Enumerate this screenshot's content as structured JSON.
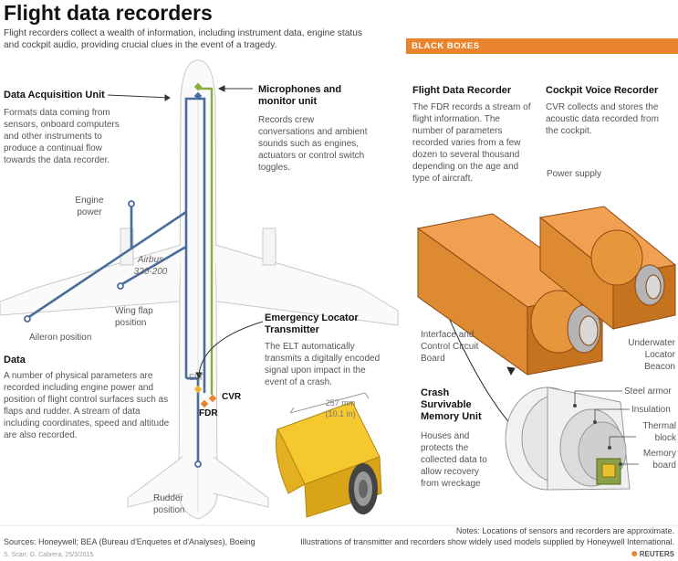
{
  "header": {
    "title": "Flight data recorders",
    "subtitle": "Flight recorders collect a wealth of information, including instrument data, engine status and cockpit audio, providing crucial clues in the event of a tragedy."
  },
  "left": {
    "dau_title": "Data Acquisition Unit",
    "dau_body": "Formats data coming from sensors, onboard computers and other instruments to produce a continual flow towards the data recorder.",
    "mic_title": "Microphones and monitor unit",
    "mic_body": "Records crew conversations and ambient sounds such as engines, actuators or control switch toggles.",
    "engine_power": "Engine power",
    "aircraft": "Airbus 320-200",
    "wing_flap": "Wing flap position",
    "aileron": "Aileron position",
    "data_title": "Data",
    "data_body": "A number of physical parameters are recorded including engine power and position of flight control surfaces such as flaps and rudder. A stream of data including coordinates, speed and altitude are also recorded.",
    "elt_title": "Emergency Locator Transmitter",
    "elt_body": "The ELT automatically transmits a digitally encoded signal upon impact in the event of a crash.",
    "elt_tag": "ELT",
    "cvr_tag": "CVR",
    "fdr_tag": "FDR",
    "size": "257 mm",
    "size_in": "(10.1 in)",
    "rudder": "Rudder position"
  },
  "right": {
    "tag": "BLACK BOXES",
    "fdr_title": "Flight Data Recorder",
    "fdr_body": "The FDR records a stream of flight information. The number of parameters recorded varies from a few dozen to several thousand depending on the age and type of aircraft.",
    "cvr_title": "Cockpit Voice Recorder",
    "cvr_body": "CVR collects and stores the acoustic data recorded from the cockpit.",
    "power_supply": "Power supply",
    "interface": "Interface and Control Circuit Board",
    "beacon": "Underwater Locator Beacon",
    "csmu_title": "Crash Survivable Memory Unit",
    "csmu_body": "Houses and protects the collected data to allow recovery from wreckage",
    "steel": "Steel armor",
    "insulation": "Insulation",
    "thermal": "Thermal block",
    "memory": "Memory board"
  },
  "footer": {
    "sources": "Sources: Honeywell; BEA (Bureau d'Enquetes et d'Analyses), Boeing",
    "notes1": "Notes: Locations of sensors and recorders are approximate.",
    "notes2": "Illustrations of transmitter and recorders show widely used models supplied by Honeywell International.",
    "credit": "S. Scarr, G. Cabrera, 25/3/2015",
    "brand": "REUTERS"
  },
  "colors": {
    "accent": "#e8852c",
    "data_line": "#4a6da0",
    "audio_line": "#8aad3e",
    "box": "#de8a33"
  }
}
